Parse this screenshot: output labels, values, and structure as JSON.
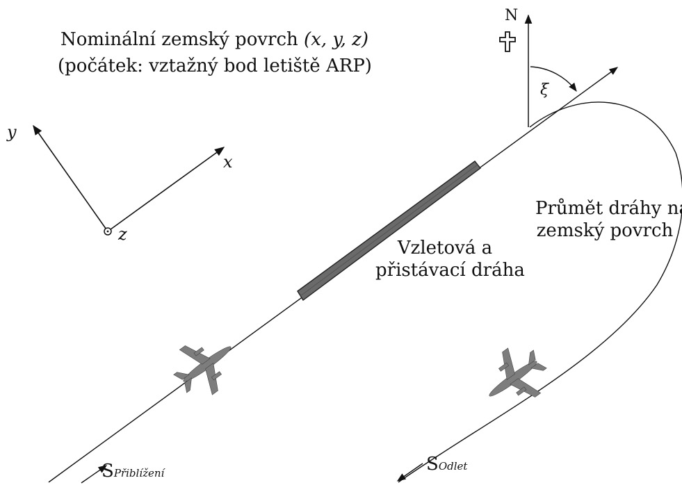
{
  "title": {
    "line1_text": "Nominální zemský povrch ",
    "line1_coords": "(x, y, z)",
    "line2": "(počátek: vztažný bod letiště ARP)"
  },
  "axes": {
    "x": "x",
    "y": "y",
    "z": "z"
  },
  "north": {
    "label": "N",
    "angle_symbol": "ξ"
  },
  "runway": {
    "line1": "Vzletová a",
    "line2": "přistávací dráha"
  },
  "ground_track": {
    "line1": "Průmět dráhy na",
    "line2": "zemský povrch"
  },
  "s_approach": {
    "base": "S",
    "sub": "Přiblížení"
  },
  "s_departure": {
    "base": "S",
    "sub": "Odlet"
  },
  "colors": {
    "ink": "#111111",
    "runway_fill": "#6a6a6a",
    "aircraft": "#7d7d7d"
  }
}
